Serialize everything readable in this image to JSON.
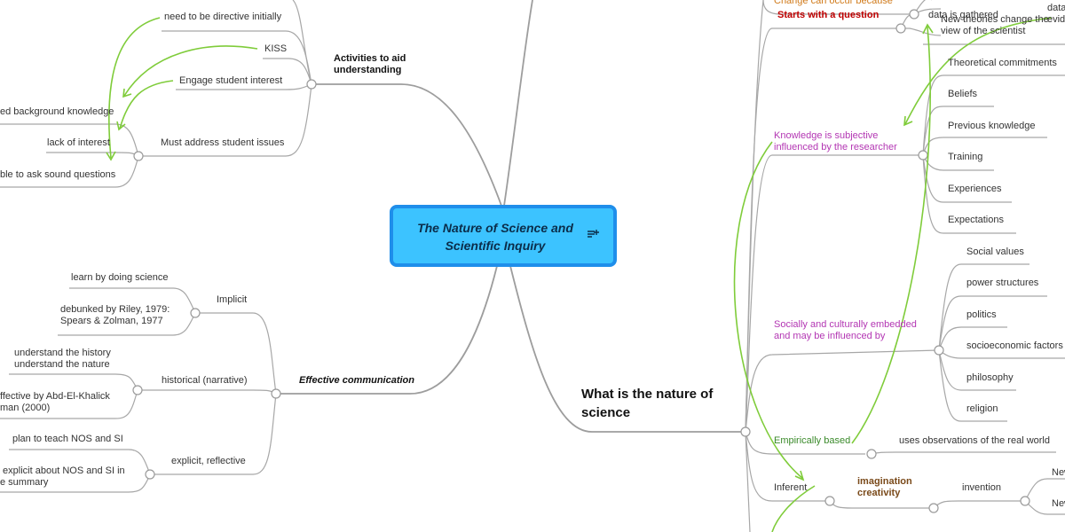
{
  "central": {
    "title": "The Nature of Science and Scientific Inquiry",
    "icon": "notes-icon"
  },
  "left": {
    "activities": {
      "label": "Activities to aid understanding",
      "children": {
        "directive": "need to be directive initially",
        "kiss": "KISS",
        "engage": "Engage student interest",
        "issues": "Must address student issues"
      },
      "issue_children": {
        "background": "ed background knowledge",
        "interest": "lack of interest",
        "questions": "ble to ask sound questions"
      }
    },
    "communication": {
      "label": "Effective communication",
      "implicit": {
        "label": "Implicit",
        "children": {
          "doing": "learn by doing science",
          "debunked": "debunked by Riley, 1979: Spears & Zolman, 1977"
        }
      },
      "historical": {
        "label": "historical (narrative)",
        "children": {
          "history": "understand the history understand the nature",
          "abd": "ffective by Abd-El-Khalick\nman (2000)"
        }
      },
      "explicit": {
        "label": "explicit, reflective",
        "children": {
          "plan": "plan to teach NOS and SI",
          "summary": " explicit about NOS and SI in\ne summary"
        }
      }
    }
  },
  "right": {
    "main_topic": "What is the nature of science",
    "change": "Change can occur because",
    "question": {
      "label": "Starts with a question",
      "gathered": "data is gathered",
      "data": "data",
      "evid": "evid",
      "theories": "New theories change the view of the scientist"
    },
    "subjective": {
      "label": "Knowledge is subjective influenced by the researcher",
      "children": {
        "commitments": "Theoretical commitments",
        "beliefs": "Beliefs",
        "previous": "Previous knowledge",
        "training": "Training",
        "experiences": "Experiences",
        "expectations": "Expectations"
      }
    },
    "social": {
      "label": "Socially and culturally embedded and may be influenced by",
      "children": {
        "values": "Social values",
        "power": "power structures",
        "politics": "politics",
        "socioeconomic": "socioeconomic factors",
        "philosophy": "philosophy",
        "religion": "religion"
      }
    },
    "empirical": {
      "label": "Empirically based",
      "child": "uses observations of the real world"
    },
    "inferent": {
      "label": "Inferent",
      "imagination": "imagination creativity",
      "invention": "invention",
      "new1": "New",
      "new2": "New"
    }
  },
  "colors": {
    "central_fill": "#3cc3ff",
    "central_border": "#1f8eea",
    "connector": "#a7a7a7",
    "arrow": "#7fcc3a",
    "red_label": "#c00000",
    "magenta_label": "#b336b3",
    "green_label": "#3a8a2a",
    "orange_label": "#d07a1a",
    "brown_label": "#7a4a1a"
  }
}
